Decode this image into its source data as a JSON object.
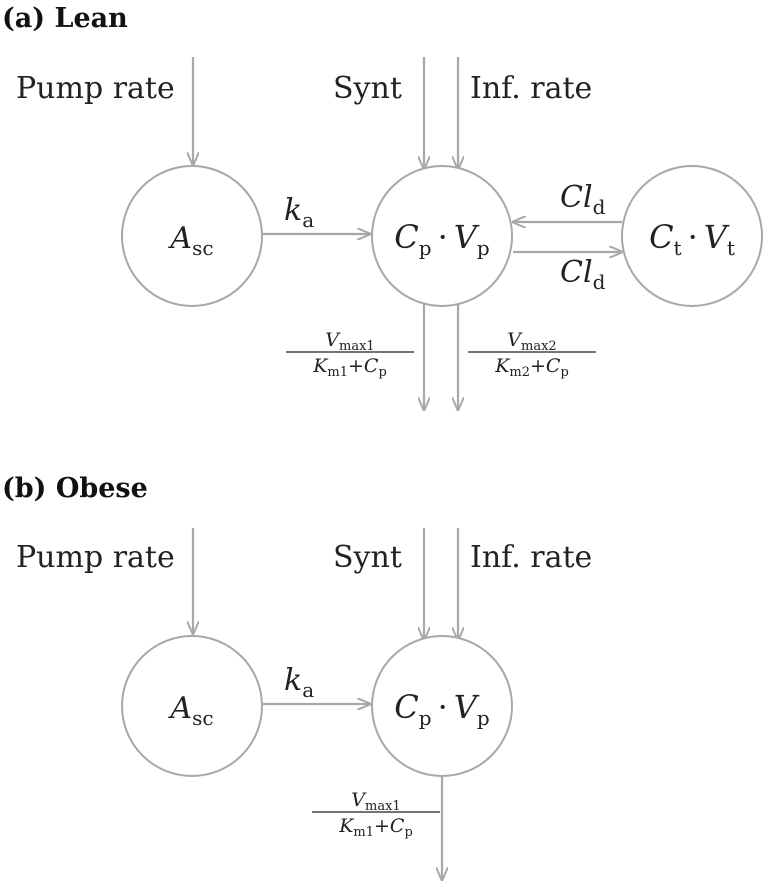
{
  "panels": [
    {
      "label": "(a)",
      "title": "Lean",
      "inputs": {
        "pump_rate": "Pump rate",
        "synt": "Synt",
        "inf_rate": "Inf. rate"
      },
      "nodes": {
        "asc": {
          "sym": "A",
          "sub": "sc"
        },
        "central": {
          "sym1": "C",
          "sub1": "p",
          "dot": "·",
          "sym2": "V",
          "sub2": "p"
        },
        "tissue": {
          "sym1": "C",
          "sub1": "t",
          "dot": "·",
          "sym2": "V",
          "sub2": "t"
        }
      },
      "rates": {
        "ka": {
          "sym": "k",
          "sub": "a"
        },
        "cld_in": {
          "sym": "Cl",
          "sub": "d"
        },
        "cld_out": {
          "sym": "Cl",
          "sub": "d"
        },
        "elim1": {
          "num_sym": "V",
          "num_sub": "max1",
          "den_sym": "K",
          "den_sub": "m1",
          "den_plus": "+",
          "den_sym2": "C",
          "den_sub2": "p"
        },
        "elim2": {
          "num_sym": "V",
          "num_sub": "max2",
          "den_sym": "K",
          "den_sub": "m2",
          "den_plus": "+",
          "den_sym2": "C",
          "den_sub2": "p"
        }
      }
    },
    {
      "label": "(b)",
      "title": "Obese",
      "inputs": {
        "pump_rate": "Pump rate",
        "synt": "Synt",
        "inf_rate": "Inf. rate"
      },
      "nodes": {
        "asc": {
          "sym": "A",
          "sub": "sc"
        },
        "central": {
          "sym1": "C",
          "sub1": "p",
          "dot": "·",
          "sym2": "V",
          "sub2": "p"
        }
      },
      "rates": {
        "ka": {
          "sym": "k",
          "sub": "a"
        },
        "elim1": {
          "num_sym": "V",
          "num_sub": "max1",
          "den_sym": "K",
          "den_sub": "m1",
          "den_plus": "+",
          "den_sym2": "C",
          "den_sub2": "p"
        }
      }
    }
  ]
}
